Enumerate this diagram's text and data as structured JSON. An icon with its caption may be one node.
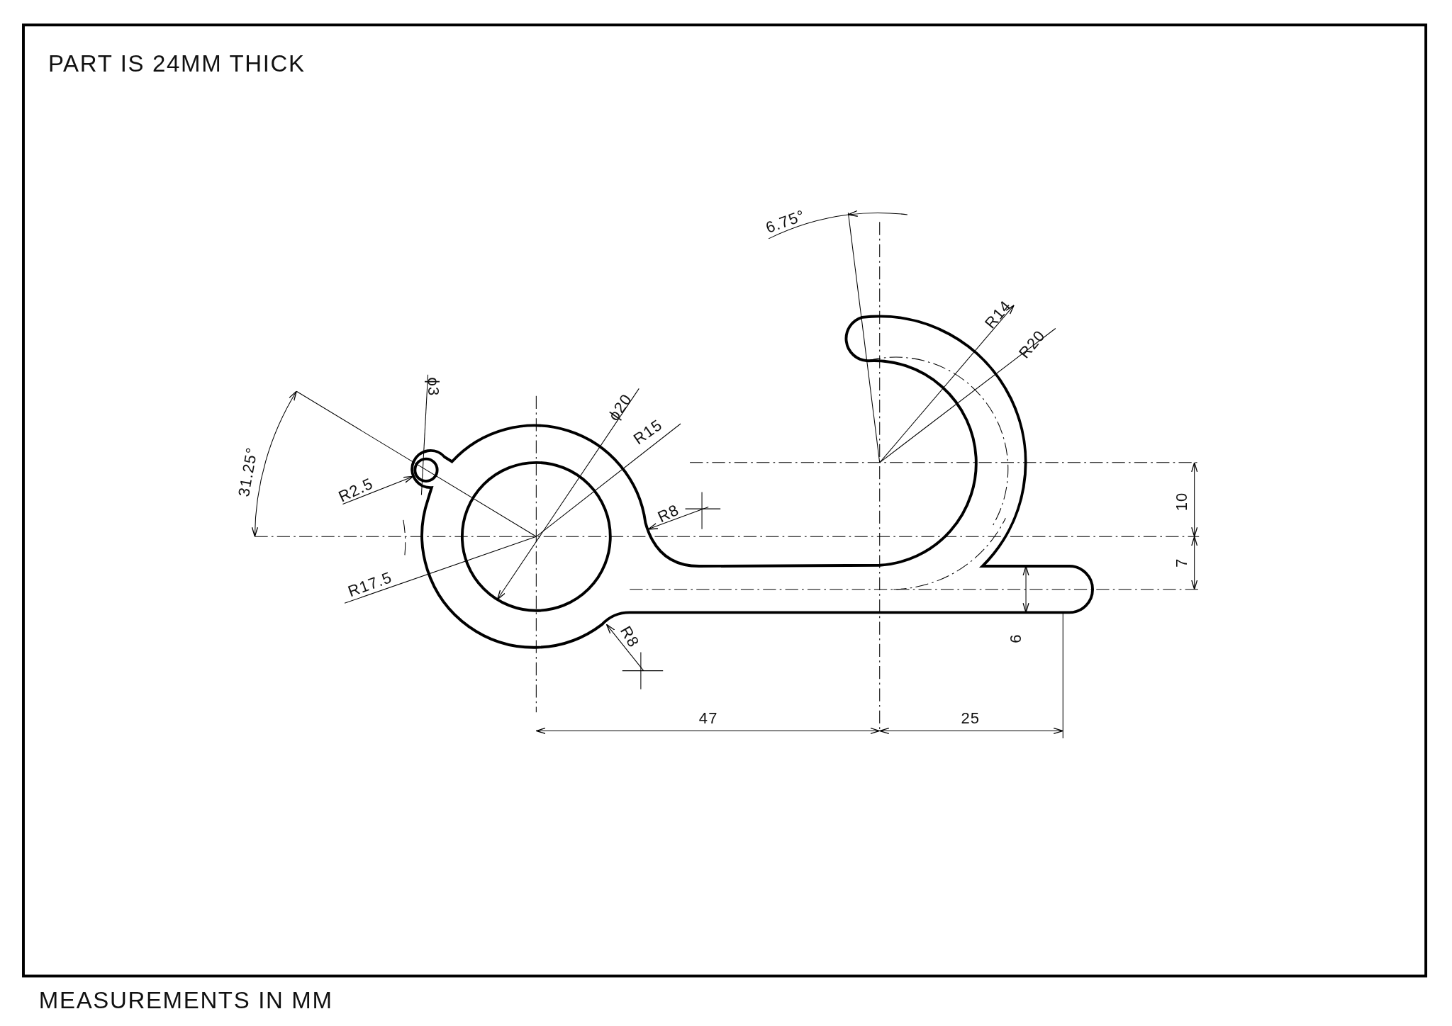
{
  "diagram": {
    "labels": [
      "PART IS 24MM THICK",
      "MEASUREMENTS IN MM",
      "6.75°",
      "R14",
      "R20",
      "ϕ3",
      "ϕ20",
      "R15",
      "31.25°",
      "R2.5",
      "R8",
      "R17.5",
      "R8",
      "10",
      "7",
      "6",
      "47",
      "25"
    ]
  }
}
